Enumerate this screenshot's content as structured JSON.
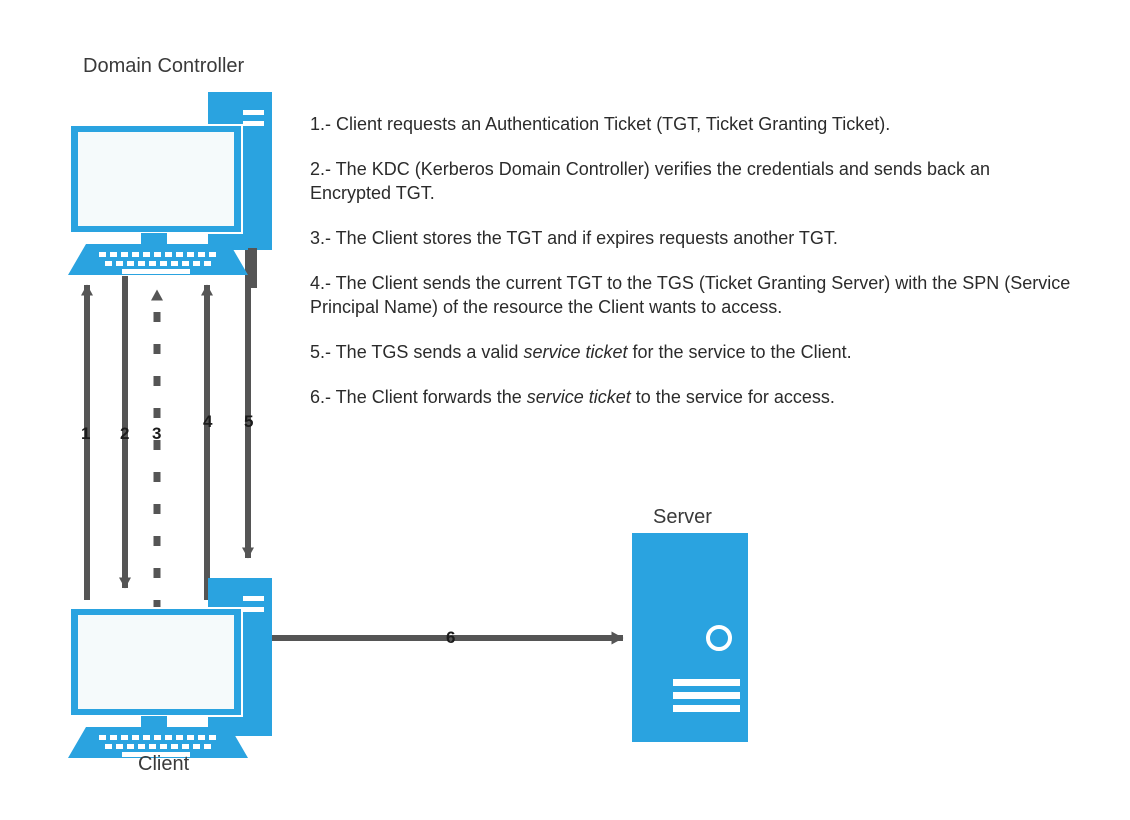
{
  "diagram": {
    "title_nodes": {
      "domain_controller": "Domain Controller",
      "client": "Client",
      "server": "Server"
    },
    "colors": {
      "blue": "#2aa3e0",
      "screen": "#f5fafb",
      "arrow_gray": "#555555",
      "text": "#2b2b2b",
      "label_text": "#3a3a3a",
      "background": "#ffffff"
    },
    "flows": [
      {
        "id": "1",
        "label": "1",
        "direction": "up",
        "style": "solid",
        "from": "Client",
        "to": "Domain Controller"
      },
      {
        "id": "2",
        "label": "2",
        "direction": "down",
        "style": "solid",
        "from": "Domain Controller",
        "to": "Client"
      },
      {
        "id": "3",
        "label": "3",
        "direction": "up",
        "style": "dashed",
        "from": "Client",
        "to": "Domain Controller"
      },
      {
        "id": "4",
        "label": "4",
        "direction": "up",
        "style": "solid",
        "from": "Client",
        "to": "Domain Controller"
      },
      {
        "id": "5",
        "label": "5",
        "direction": "down",
        "style": "solid",
        "from": "Domain Controller",
        "to": "Client"
      },
      {
        "id": "6",
        "label": "6",
        "direction": "right",
        "style": "solid",
        "from": "Client",
        "to": "Server"
      }
    ],
    "steps": [
      {
        "number": "1.-",
        "text": "1.- Client requests an Authentication Ticket (TGT, Ticket Granting Ticket).",
        "parts": [
          {
            "type": "plain",
            "text": "1.- Client requests an Authentication Ticket (TGT, Ticket Granting Ticket)."
          }
        ]
      },
      {
        "number": "2.-",
        "text": "2.- The KDC (Kerberos Domain Controller)  verifies the credentials and sends back an Encrypted TGT.",
        "parts": [
          {
            "type": "plain",
            "text": "2.- The KDC (Kerberos Domain Controller)  verifies the credentials and sends back an Encrypted TGT."
          }
        ]
      },
      {
        "number": "3.-",
        "text": "3.- The Client stores the TGT and if expires requests another TGT.",
        "parts": [
          {
            "type": "plain",
            "text": "3.- The Client stores the TGT and if expires requests another TGT."
          }
        ]
      },
      {
        "number": "4.-",
        "text": "4.- The Client sends the current TGT to the TGS (Ticket Granting Server) with the SPN (Service Principal Name) of the resource the Client wants to access.",
        "parts": [
          {
            "type": "plain",
            "text": "4.- The Client sends the current TGT to the TGS (Ticket Granting Server) with the SPN (Service Principal Name) of the resource the Client wants to access."
          }
        ]
      },
      {
        "number": "5.-",
        "text": "5.- The TGS sends a valid service ticket for the service to the Client.",
        "parts": [
          {
            "type": "plain",
            "text": "5.- The TGS sends a valid "
          },
          {
            "type": "italic",
            "text": "service ticket"
          },
          {
            "type": "plain",
            "text": " for the service to the Client."
          }
        ]
      },
      {
        "number": "6.-",
        "text": "6.- The Client forwards the service ticket to the service for access.",
        "parts": [
          {
            "type": "plain",
            "text": "6.- The Client forwards the "
          },
          {
            "type": "italic",
            "text": "service ticket"
          },
          {
            "type": "plain",
            "text": " to the service for access."
          }
        ]
      }
    ]
  }
}
